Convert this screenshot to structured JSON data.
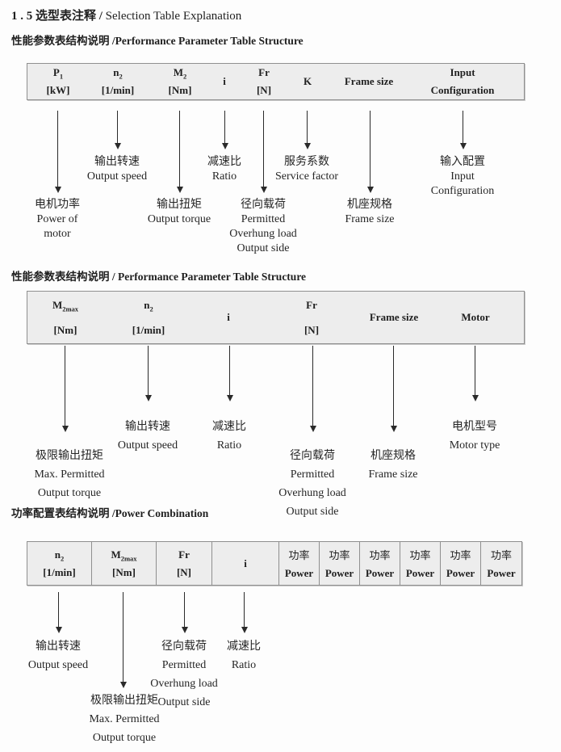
{
  "page_title": {
    "zh": "1 . 5 选型表注释 / ",
    "en": "Selection Table Explanation"
  },
  "colors": {
    "table_background": "#ededed",
    "table_border": "#8f8f8f",
    "text": "#1f1f1f",
    "arrow": "#2a2a2a"
  },
  "sections": [
    {
      "heading": "性能参数表结构说明 /Performance Parameter Table Structure",
      "columns": [
        {
          "t": "P",
          "sub": "1",
          "b": "[kW]"
        },
        {
          "t": "n",
          "sub": "2",
          "b": "[1/min]"
        },
        {
          "t": "M",
          "sub": "2",
          "b": "[Nm]"
        },
        {
          "t": "i"
        },
        {
          "t": "Fr",
          "b": "[N]"
        },
        {
          "t": "K"
        },
        {
          "t": "Frame size"
        },
        {
          "t": "Input",
          "b": "Configuration"
        }
      ],
      "annotations": [
        {
          "lines": [
            "电机功率",
            "Power of",
            "motor"
          ]
        },
        {
          "lines": [
            "输出转速",
            "Output speed"
          ]
        },
        {
          "lines": [
            "输出扭矩",
            "Output torque"
          ]
        },
        {
          "lines": [
            "减速比",
            "Ratio"
          ]
        },
        {
          "lines": [
            "径向载荷",
            "Permitted",
            "Overhung load",
            "Output side"
          ]
        },
        {
          "lines": [
            "服务系数",
            "Service factor"
          ]
        },
        {
          "lines": [
            "机座规格",
            "Frame size"
          ]
        },
        {
          "lines": [
            "输入配置",
            "Input",
            "Configuration"
          ]
        }
      ]
    },
    {
      "heading": "性能参数表结构说明 / Performance Parameter Table Structure",
      "columns": [
        {
          "t": "M",
          "sub": "2max",
          "b": "[Nm]"
        },
        {
          "t": "n",
          "sub": "2",
          "b": "[1/min]"
        },
        {
          "t": "i"
        },
        {
          "t": "Fr",
          "b": "[N]"
        },
        {
          "t": "Frame size"
        },
        {
          "t": "Motor"
        }
      ],
      "annotations": [
        {
          "lines": [
            "极限输出扭矩",
            "Max. Permitted",
            "Output torque"
          ]
        },
        {
          "lines": [
            "输出转速",
            "Output speed"
          ]
        },
        {
          "lines": [
            "减速比",
            "Ratio"
          ]
        },
        {
          "lines": [
            "径向载荷",
            "Permitted",
            "Overhung load",
            "Output side"
          ]
        },
        {
          "lines": [
            "机座规格",
            "Frame size"
          ]
        },
        {
          "lines": [
            "电机型号",
            "Motor type"
          ]
        }
      ]
    },
    {
      "heading": "功率配置表结构说明 /Power Combination",
      "columns": [
        {
          "t": "n",
          "sub": "2",
          "b": "[1/min]"
        },
        {
          "t": "M",
          "sub": "2max",
          "b": "[Nm]"
        },
        {
          "t": "Fr",
          "b": "[N]"
        },
        {
          "t": "i"
        }
      ],
      "power_columns": [
        {
          "zh": "功率",
          "en": "Power"
        },
        {
          "zh": "功率",
          "en": "Power"
        },
        {
          "zh": "功率",
          "en": "Power"
        },
        {
          "zh": "功率",
          "en": "Power"
        },
        {
          "zh": "功率",
          "en": "Power"
        },
        {
          "zh": "功率",
          "en": "Power"
        }
      ],
      "annotations": [
        {
          "lines": [
            "输出转速",
            "Output speed"
          ]
        },
        {
          "lines": [
            "极限输出扭矩",
            "Max. Permitted",
            "Output torque"
          ]
        },
        {
          "lines": [
            "径向载荷",
            "Permitted",
            "Overhung load",
            "Output side"
          ]
        },
        {
          "lines": [
            "减速比",
            "Ratio"
          ]
        }
      ]
    }
  ]
}
